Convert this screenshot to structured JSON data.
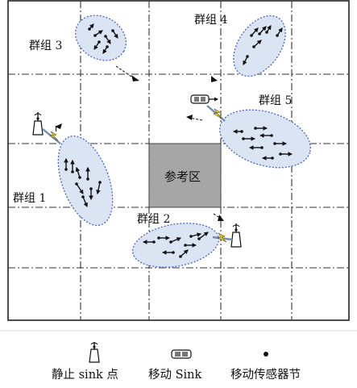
{
  "groups": [
    {
      "label": "群组 3"
    },
    {
      "label": "群组 4"
    },
    {
      "label": "群组 5"
    },
    {
      "label": "群组 1"
    },
    {
      "label": "群组 2"
    }
  ],
  "reference_area": {
    "label": "参考区"
  },
  "legend": {
    "static_sink": "静止 sink 点",
    "mobile_sink": "移动 Sink",
    "mobile_sensor": "移动传感器节"
  },
  "colors": {
    "ellipse_fill": "#dbe4f3",
    "ellipse_stroke": "#4d63c9",
    "reference_fill": "#a6a6a6",
    "grid_line": "#333333",
    "link_line": "#6d8fb0",
    "lightning": "#f2d20a"
  },
  "icons": [
    "antenna-icon",
    "car-icon",
    "sensor-dot-icon",
    "arrow-icon",
    "lightning-icon",
    "flag-icon"
  ]
}
